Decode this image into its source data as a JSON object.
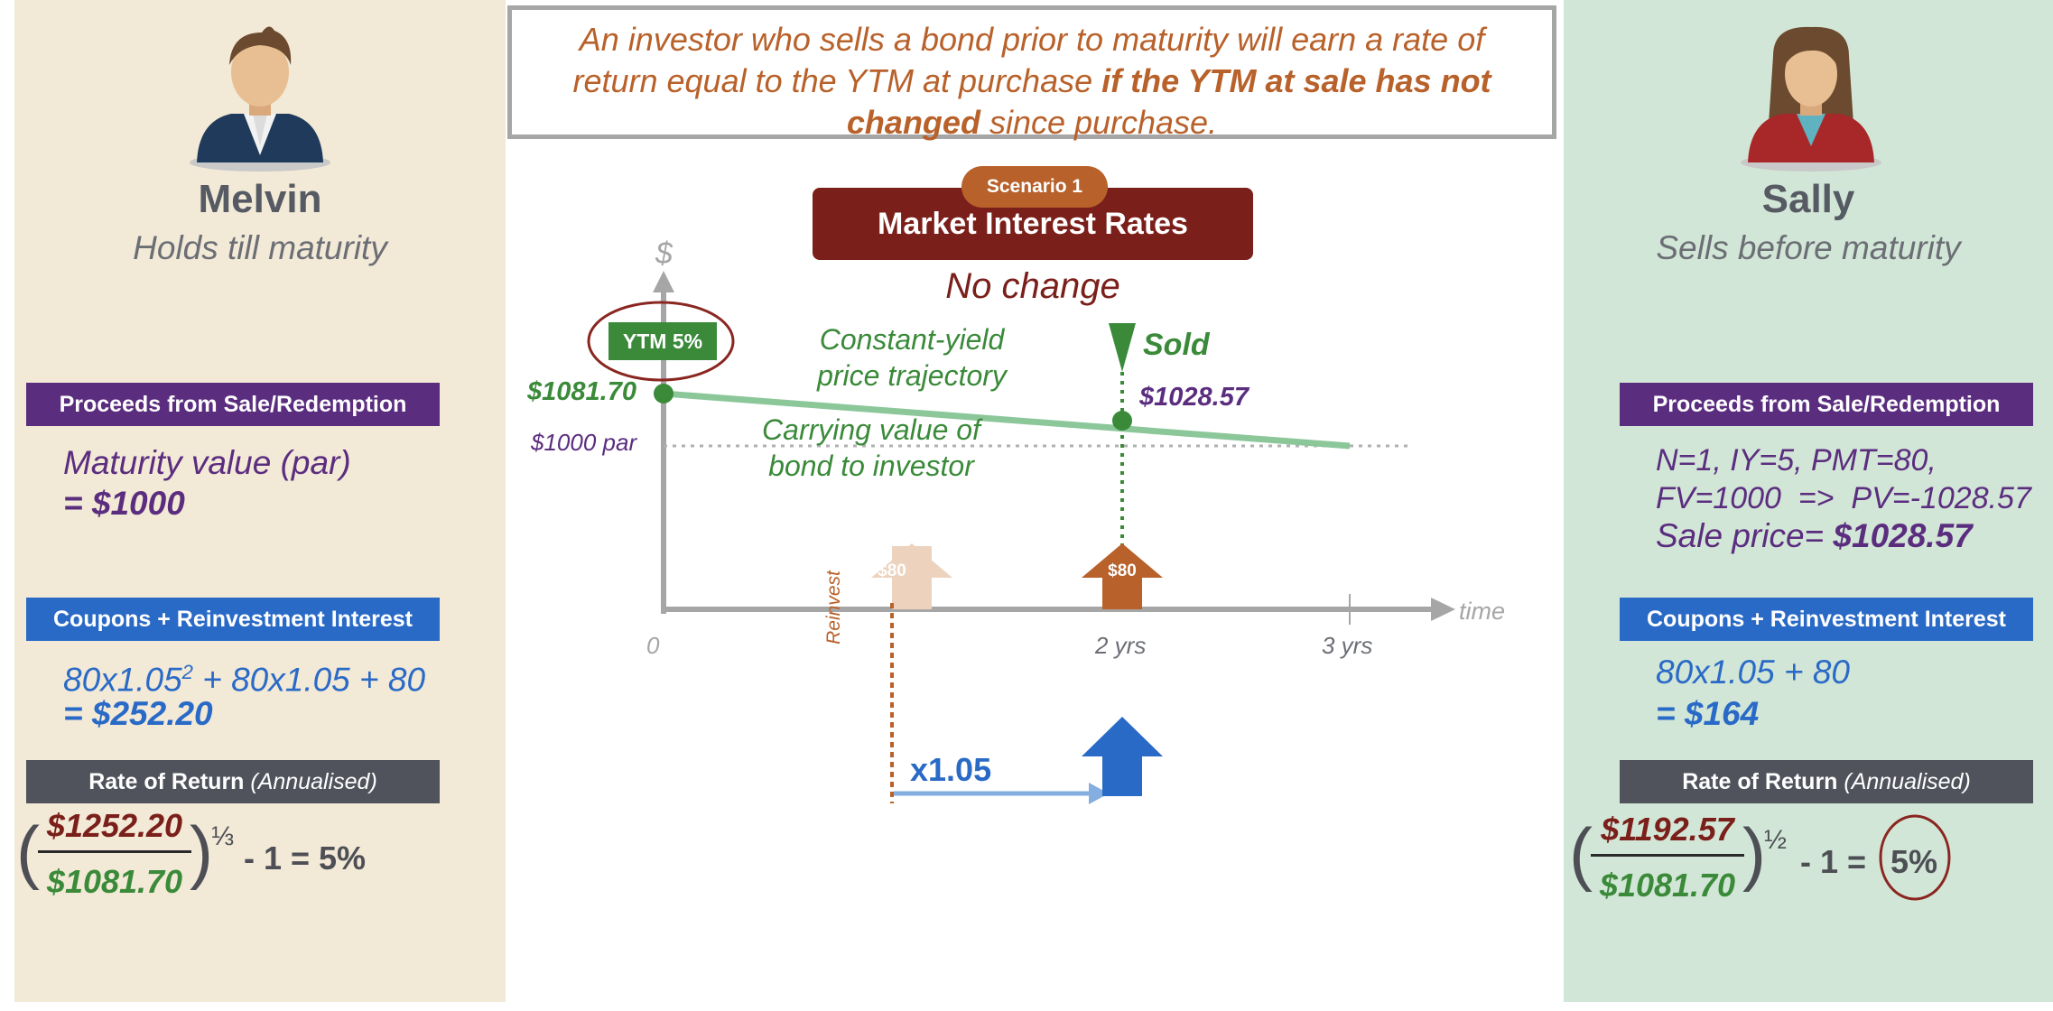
{
  "statement": {
    "line1": "An investor who sells a bond prior to maturity will earn a rate of",
    "line2_normal": "return equal to the YTM at purchase ",
    "line2_bold": "if the YTM at sale has not",
    "line3_bold": "changed",
    "line3_normal": " since purchase."
  },
  "scenario": {
    "badge": "Scenario 1",
    "title": "Market Interest Rates",
    "subtitle": "No change"
  },
  "melvin": {
    "name": "Melvin",
    "role": "Holds till maturity",
    "proceeds_label": "Proceeds from Sale/Redemption",
    "proceeds_line1": "Maturity value (par)",
    "proceeds_line2": "= $1000",
    "coupons_label": "Coupons + Reinvestment Interest",
    "coupons_line1_a": "80x1.05",
    "coupons_line1_sup": "2",
    "coupons_line1_b": " + 80x1.05 + 80",
    "coupons_line2": "= $252.20",
    "return_label_bold": "Rate of Return",
    "return_label_italic": "(Annualised)",
    "numerator": "$1252.20",
    "denominator": "$1081.70",
    "exponent": "⅓",
    "rest": "- 1 =  5%"
  },
  "sally": {
    "name": "Sally",
    "role": "Sells before maturity",
    "proceeds_label": "Proceeds from Sale/Redemption",
    "proceeds_line1": "N=1, IY=5, PMT=80,",
    "proceeds_line2": "FV=1000  =>  PV=-1028.57",
    "proceeds_line3_a": "Sale price= ",
    "proceeds_line3_b": "$1028.57",
    "coupons_label": "Coupons + Reinvestment Interest",
    "coupons_line1": "80x1.05 + 80",
    "coupons_line2": "= $164",
    "return_label_bold": "Rate of Return",
    "return_label_italic": "(Annualised)",
    "numerator": "$1192.57",
    "denominator": "$1081.70",
    "exponent": "½",
    "rest": "- 1 =",
    "result": "5%"
  },
  "chart": {
    "y_axis_label": "$",
    "x_axis_label": "time",
    "ytm_badge": "YTM 5%",
    "start_price": "$1081.70",
    "sale_price": "$1028.57",
    "par_label": "$1000 par",
    "sold_label": "Sold",
    "trajectory_label_1": "Constant-yield",
    "trajectory_label_2": "price trajectory",
    "carrying_label_1": "Carrying value of",
    "carrying_label_2": "bond to investor",
    "tick_0": "0",
    "tick_2": "2 yrs",
    "tick_3": "3 yrs",
    "coupon_1": "$80",
    "coupon_2": "$80",
    "reinvest_label": "Reinvest",
    "multiplier": "x1.05"
  },
  "colors": {
    "green": "#3a8a3a",
    "line_green": "#8cc79a",
    "purple": "#5b2d7f",
    "blue": "#2a6ac7",
    "orange": "#b8612a",
    "dark_red": "#7a1f1a",
    "axis_grey": "#a6a6a6"
  }
}
